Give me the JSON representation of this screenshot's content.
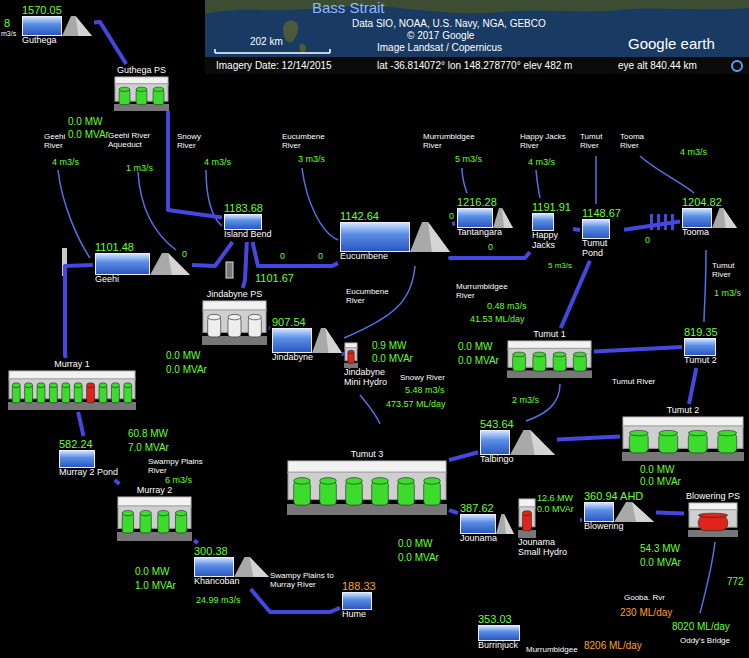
{
  "diagram": {
    "nodes": [
      {
        "text": [
          "1570.05",
          "Guthega"
        ]
      },
      {
        "text": [
          "Guthega PS"
        ]
      },
      {
        "text": [
          "1183.68",
          "Island Bend"
        ]
      },
      {
        "text": [
          "1142.64",
          "Eucumbene"
        ]
      },
      {
        "text": [
          "1216.28",
          "Tantangara"
        ]
      },
      {
        "text": [
          "1191.91",
          "Happy Jacks"
        ]
      },
      {
        "text": [
          "1148.67",
          "Tumut Pond"
        ]
      },
      {
        "text": [
          "1204.82",
          "Tooma"
        ]
      },
      {
        "text": [
          "1101.48",
          "Geehi"
        ]
      },
      {
        "text": [
          "Jindabyne PS"
        ]
      },
      {
        "text": [
          "907.54",
          "Jindabyne"
        ]
      },
      {
        "text": [
          "Jindabyne Mini Hydro"
        ]
      },
      {
        "text": [
          "Tumut 1"
        ]
      },
      {
        "text": [
          "819.35",
          "Tumut 2"
        ]
      },
      {
        "text": [
          "Murray 1"
        ]
      },
      {
        "text": [
          "582.24",
          "Murray 2 Pond"
        ]
      },
      {
        "text": [
          "543.64",
          "Talbingo"
        ]
      },
      {
        "text": [
          "Tumut 2"
        ]
      },
      {
        "text": [
          "Tumut 3"
        ]
      },
      {
        "text": [
          "Murray 2"
        ]
      },
      {
        "text": [
          "300.38",
          "Khancoban"
        ]
      },
      {
        "text": [
          "188.33",
          "Hume"
        ]
      },
      {
        "text": [
          "387.62",
          "Jounama"
        ]
      },
      {
        "text": [
          "Jounama Small Hydro"
        ]
      },
      {
        "text": [
          "360.94 AHD",
          "Blowering"
        ]
      },
      {
        "text": [
          "Blowering PS"
        ]
      },
      {
        "text": [
          "353.03",
          "Burrinjuck"
        ]
      }
    ],
    "edges": [
      {
        "from": 0,
        "to": 1,
        "arrow": "none"
      },
      {
        "from": 1,
        "to": 2,
        "arrow": "none"
      },
      {
        "from": 8,
        "to": 2,
        "arrow": "none"
      },
      {
        "from": 2,
        "to": 3,
        "arrow": "none"
      },
      {
        "from": 3,
        "to": 4,
        "arrow": "none"
      },
      {
        "from": 3,
        "to": 5,
        "arrow": "none"
      },
      {
        "from": 5,
        "to": 6,
        "arrow": "none"
      },
      {
        "from": 6,
        "to": 7,
        "arrow": "none"
      },
      {
        "from": 2,
        "to": 9,
        "arrow": "none"
      },
      {
        "from": 9,
        "to": 10,
        "arrow": "none"
      },
      {
        "from": 10,
        "to": 11,
        "arrow": "none"
      },
      {
        "from": 8,
        "to": 14,
        "arrow": "none"
      },
      {
        "from": 14,
        "to": 15,
        "arrow": "none"
      },
      {
        "from": 15,
        "to": 19,
        "arrow": "none"
      },
      {
        "from": 19,
        "to": 20,
        "arrow": "none"
      },
      {
        "from": 20,
        "to": 21,
        "arrow": "none"
      },
      {
        "from": 6,
        "to": 12,
        "arrow": "none"
      },
      {
        "from": 12,
        "to": 13,
        "arrow": "none"
      },
      {
        "from": 13,
        "to": 17,
        "arrow": "none"
      },
      {
        "from": 17,
        "to": 16,
        "arrow": "none"
      },
      {
        "from": 16,
        "to": 18,
        "arrow": "none"
      },
      {
        "from": 18,
        "to": 22,
        "arrow": "none"
      },
      {
        "from": 22,
        "to": 23,
        "arrow": "none"
      },
      {
        "from": 23,
        "to": 24,
        "arrow": "none"
      },
      {
        "from": 24,
        "to": 25,
        "arrow": "none"
      }
    ],
    "labels": [
      "Bass Strait",
      "Data SIO, NOAA, U.S. Navy, NGA, GEBCO",
      "© 2017 Google",
      "Image Landsat / Copernicus",
      "202 km",
      "Google earth",
      "Imagery Date: 12/14/2015",
      "lat -36.814072° lon 148.278770° elev 482 m",
      "eye alt 840.44 km",
      "8",
      "m3/s",
      "0.0 MW",
      "0.0 MVAr",
      "Geehi River",
      "4 m3/s",
      "Geehi River Aqueduct",
      "1 m3/s",
      "Snowy River",
      "4 m3/s",
      "Eucumbene River",
      "3 m3/s",
      "Murrumbidgee River",
      "5 m3/s",
      "Happy Jacks River",
      "4 m3/s",
      "Tumut River",
      "Tooma River",
      "4 m3/s",
      "0",
      "0",
      "0",
      "0",
      "0",
      "5 m3/s",
      "0",
      "Murrumbidgee River",
      "0.48 m3/s",
      "41.53 ML/day",
      "1101.67",
      "0.0 MW",
      "0.0 MVAr",
      "Eucumbene River",
      "0.9 MW",
      "0.0 MVAr",
      "Snowy River",
      "5.48 m3/s",
      "473.57 ML/day",
      "0.0 MW",
      "0.0 MVAr",
      "Tumut River",
      "1 m3/s",
      "Tumut River",
      "2 m3/s",
      "60.8 MW",
      "7.0 MVAr",
      "Swampy Plains River",
      "6 m3/s",
      "0.0 MW",
      "1.0 MVAr",
      "Swampy Plains to Murray River",
      "24.99 m3/s",
      "0.0 MW",
      "0.0 MVAr",
      "0.0 MW",
      "0.0 MVAr",
      "12.6 MW",
      "0.0 MVAr",
      "54.3 MW",
      "0.0 MVAr",
      "Gooba. Rvr",
      "230 ML/day",
      "772",
      "8020 ML/day",
      "Oddy's Bridge",
      "Murrumbidgee",
      "8206 ML/day"
    ]
  }
}
